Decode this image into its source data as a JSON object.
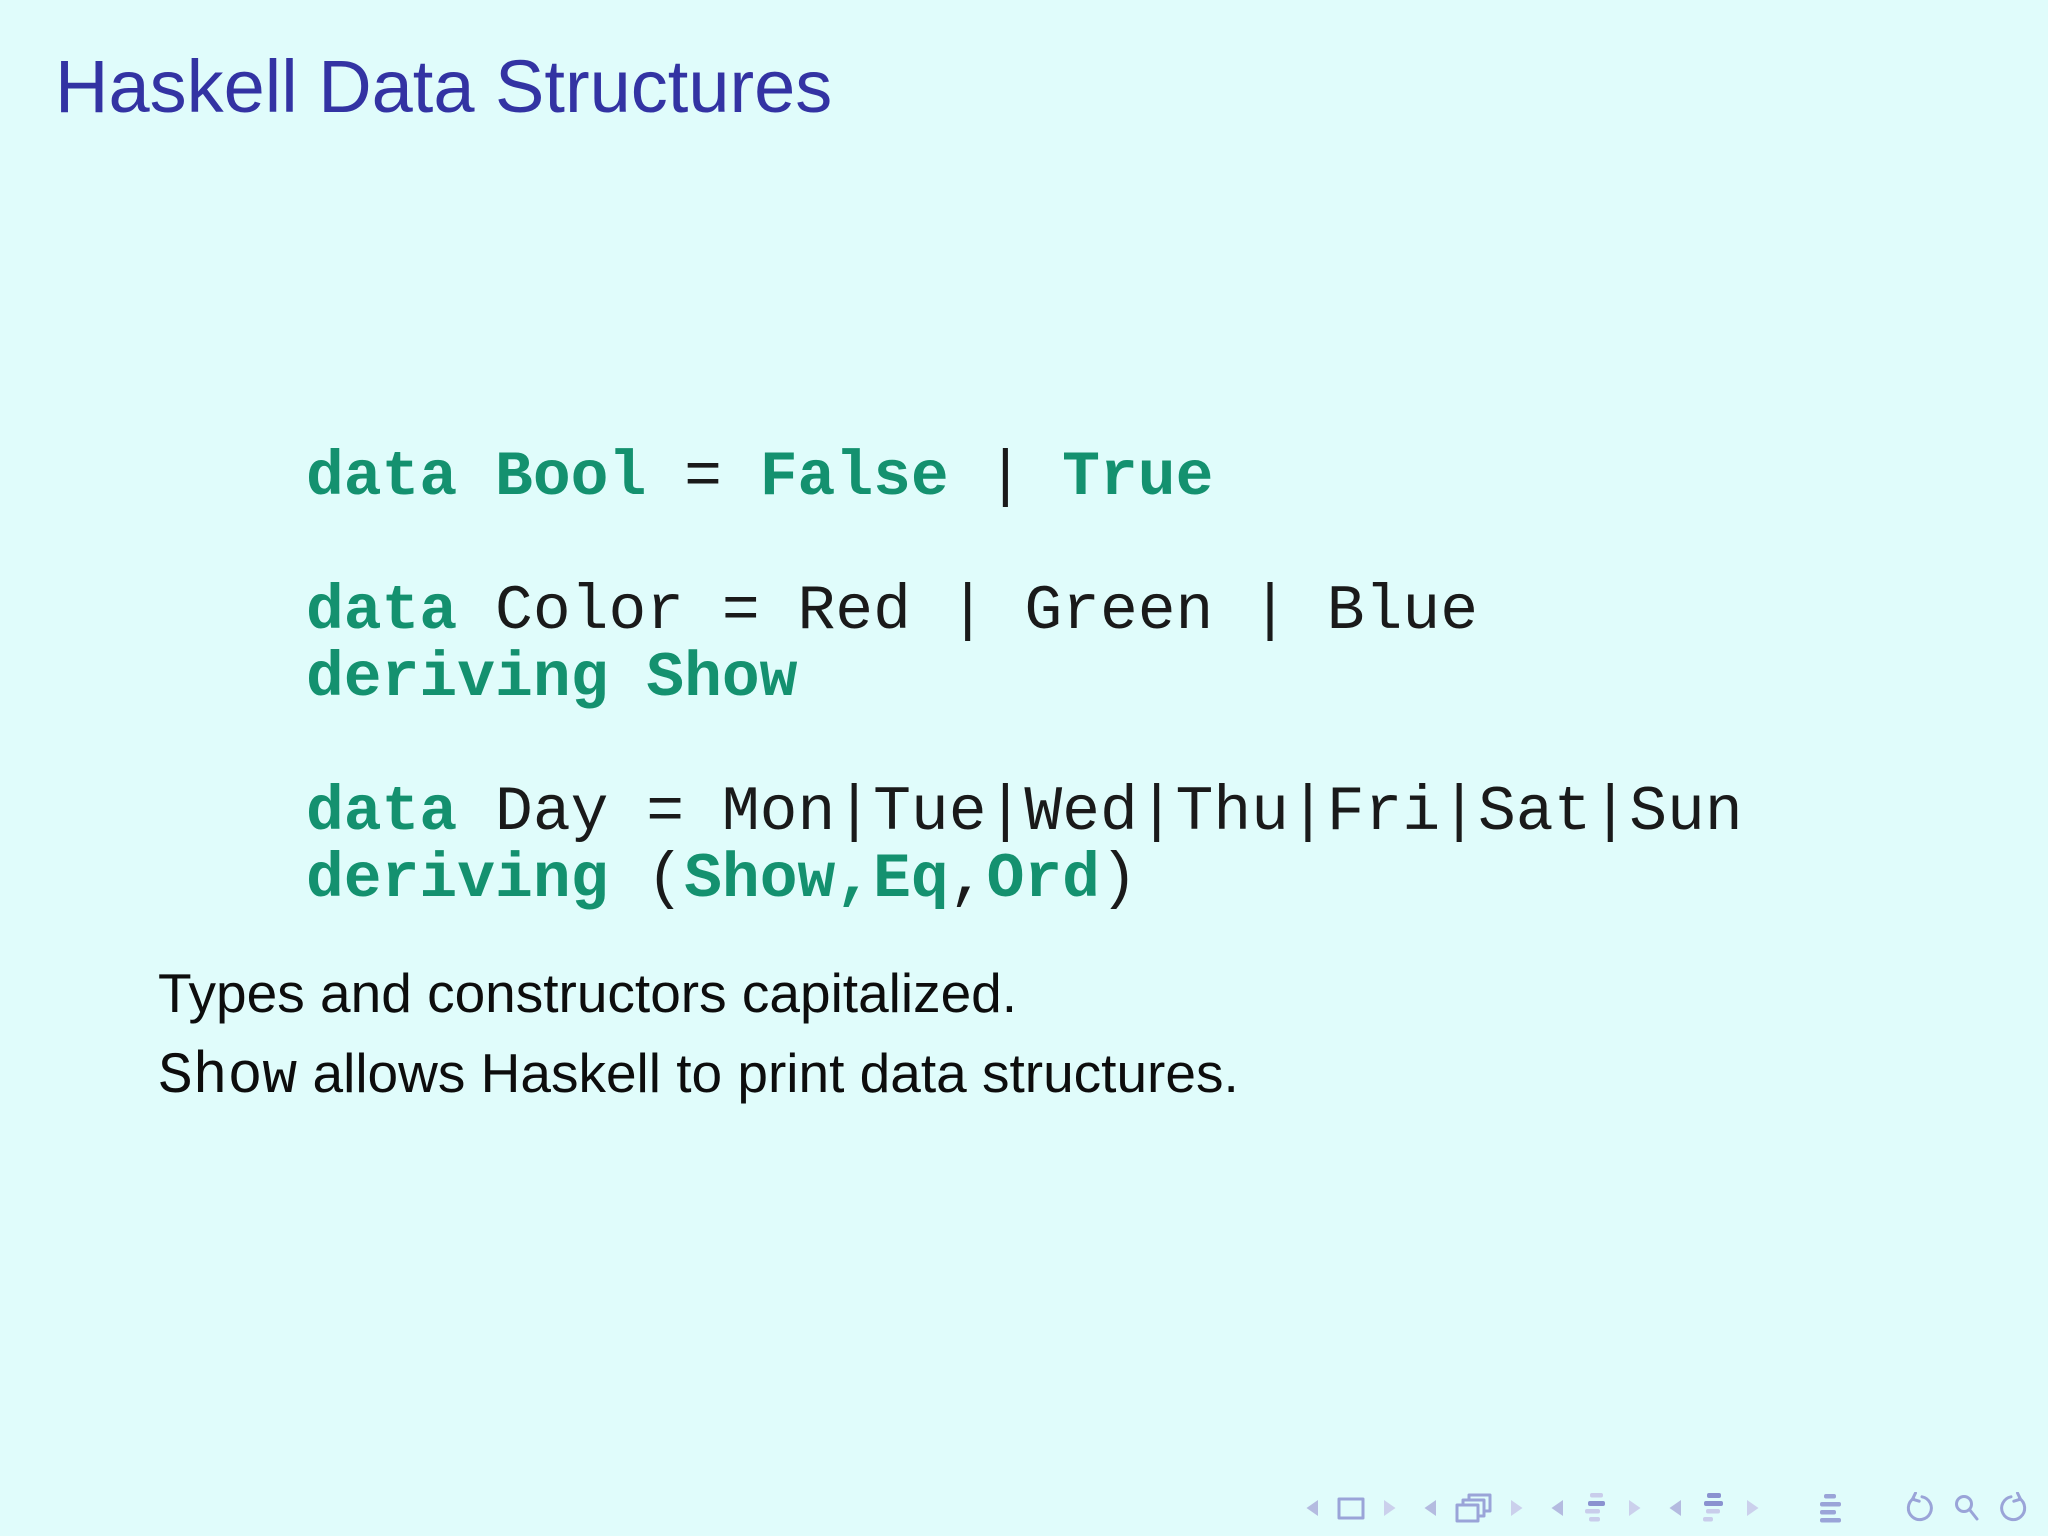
{
  "slide": {
    "title": "Haskell Data Structures",
    "code_lines": [
      [
        {
          "t": "data",
          "k": 1
        },
        {
          "t": " "
        },
        {
          "t": "Bool",
          "k": 1
        },
        {
          "t": " = "
        },
        {
          "t": "False",
          "k": 1
        },
        {
          "t": " | "
        },
        {
          "t": "True",
          "k": 1
        }
      ],
      [],
      [
        {
          "t": "data",
          "k": 1
        },
        {
          "t": " Color = Red | Green | Blue"
        }
      ],
      [
        {
          "t": "deriving",
          "k": 1
        },
        {
          "t": " "
        },
        {
          "t": "Show",
          "k": 1
        }
      ],
      [],
      [
        {
          "t": "data",
          "k": 1
        },
        {
          "t": " Day = Mon|Tue|Wed|Thu|Fri|Sat|Sun"
        }
      ],
      [
        {
          "t": "deriving",
          "k": 1
        },
        {
          "t": " ("
        },
        {
          "t": "Show",
          "k": 1
        },
        {
          "t": ",",
          "k": 1
        },
        {
          "t": "Eq",
          "k": 1
        },
        {
          "t": ","
        },
        {
          "t": "Ord",
          "k": 1
        },
        {
          "t": ")"
        }
      ]
    ],
    "notes": [
      [
        {
          "t": "Types and constructors capitalized."
        }
      ],
      [
        {
          "t": "Show",
          "tt": 1
        },
        {
          "t": " allows Haskell to print data structures."
        }
      ]
    ],
    "nav_icons": [
      "prev-slide-arrow-icon",
      "slide-icon",
      "next-slide-arrow-icon",
      "prev-frame-arrow-icon",
      "frames-icon",
      "next-frame-arrow-icon",
      "prev-subsection-arrow-icon",
      "subsection-list-icon",
      "next-subsection-arrow-icon",
      "prev-section-arrow-icon",
      "section-list-icon",
      "next-section-arrow-icon",
      "outline-icon",
      "back-icon",
      "search-icon",
      "forward-icon"
    ],
    "colors": {
      "background": "#e0fcfb",
      "title": "#3333a3",
      "keyword": "#14916f",
      "code_plain": "#1a1a1a",
      "body_text": "#0d0d0d",
      "nav_stroke": "#9aa4d8",
      "nav_bar_dark": "#8a92d0",
      "nav_bar_pale": "#c9cdeb",
      "nav_arrow_prev": "#b4bbe0",
      "nav_arrow_next": "#cbd0ec"
    }
  }
}
